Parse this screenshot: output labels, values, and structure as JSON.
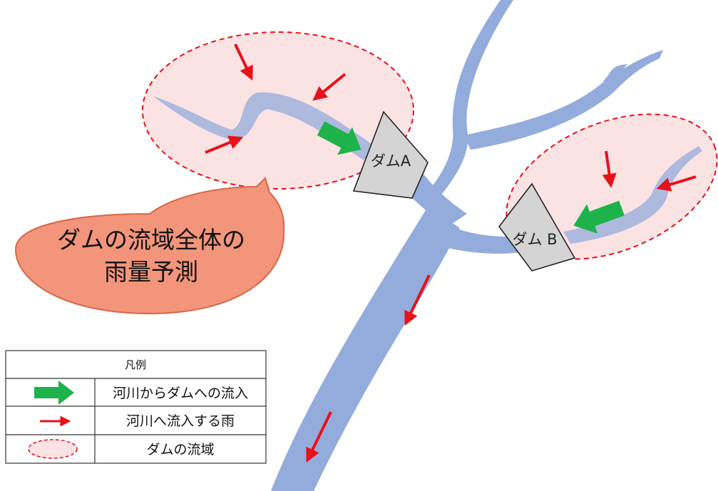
{
  "colors": {
    "river": "#93acdc",
    "rain_arrow": "#e8101a",
    "inflow_arrow": "#1db34a",
    "watershed_fill": "#fbe3e4",
    "watershed_border": "#e8101a",
    "dam_fill": "#d4d4d4",
    "dam_border": "#222222",
    "bubble_fill": "#f2957a",
    "bubble_border": "#d86748"
  },
  "dams": [
    {
      "label": "ダムA"
    },
    {
      "label": "ダム B"
    }
  ],
  "callout": {
    "line1": "ダムの流域全体の",
    "line2": "雨量予測"
  },
  "legend": {
    "title": "凡例",
    "rows": [
      {
        "icon": "green-arrow-icon",
        "label": "河川からダムへの流入"
      },
      {
        "icon": "red-arrow-icon",
        "label": "河川へ流入する雨"
      },
      {
        "icon": "dashed-ellipse-icon",
        "label": "ダムの流域"
      }
    ]
  }
}
